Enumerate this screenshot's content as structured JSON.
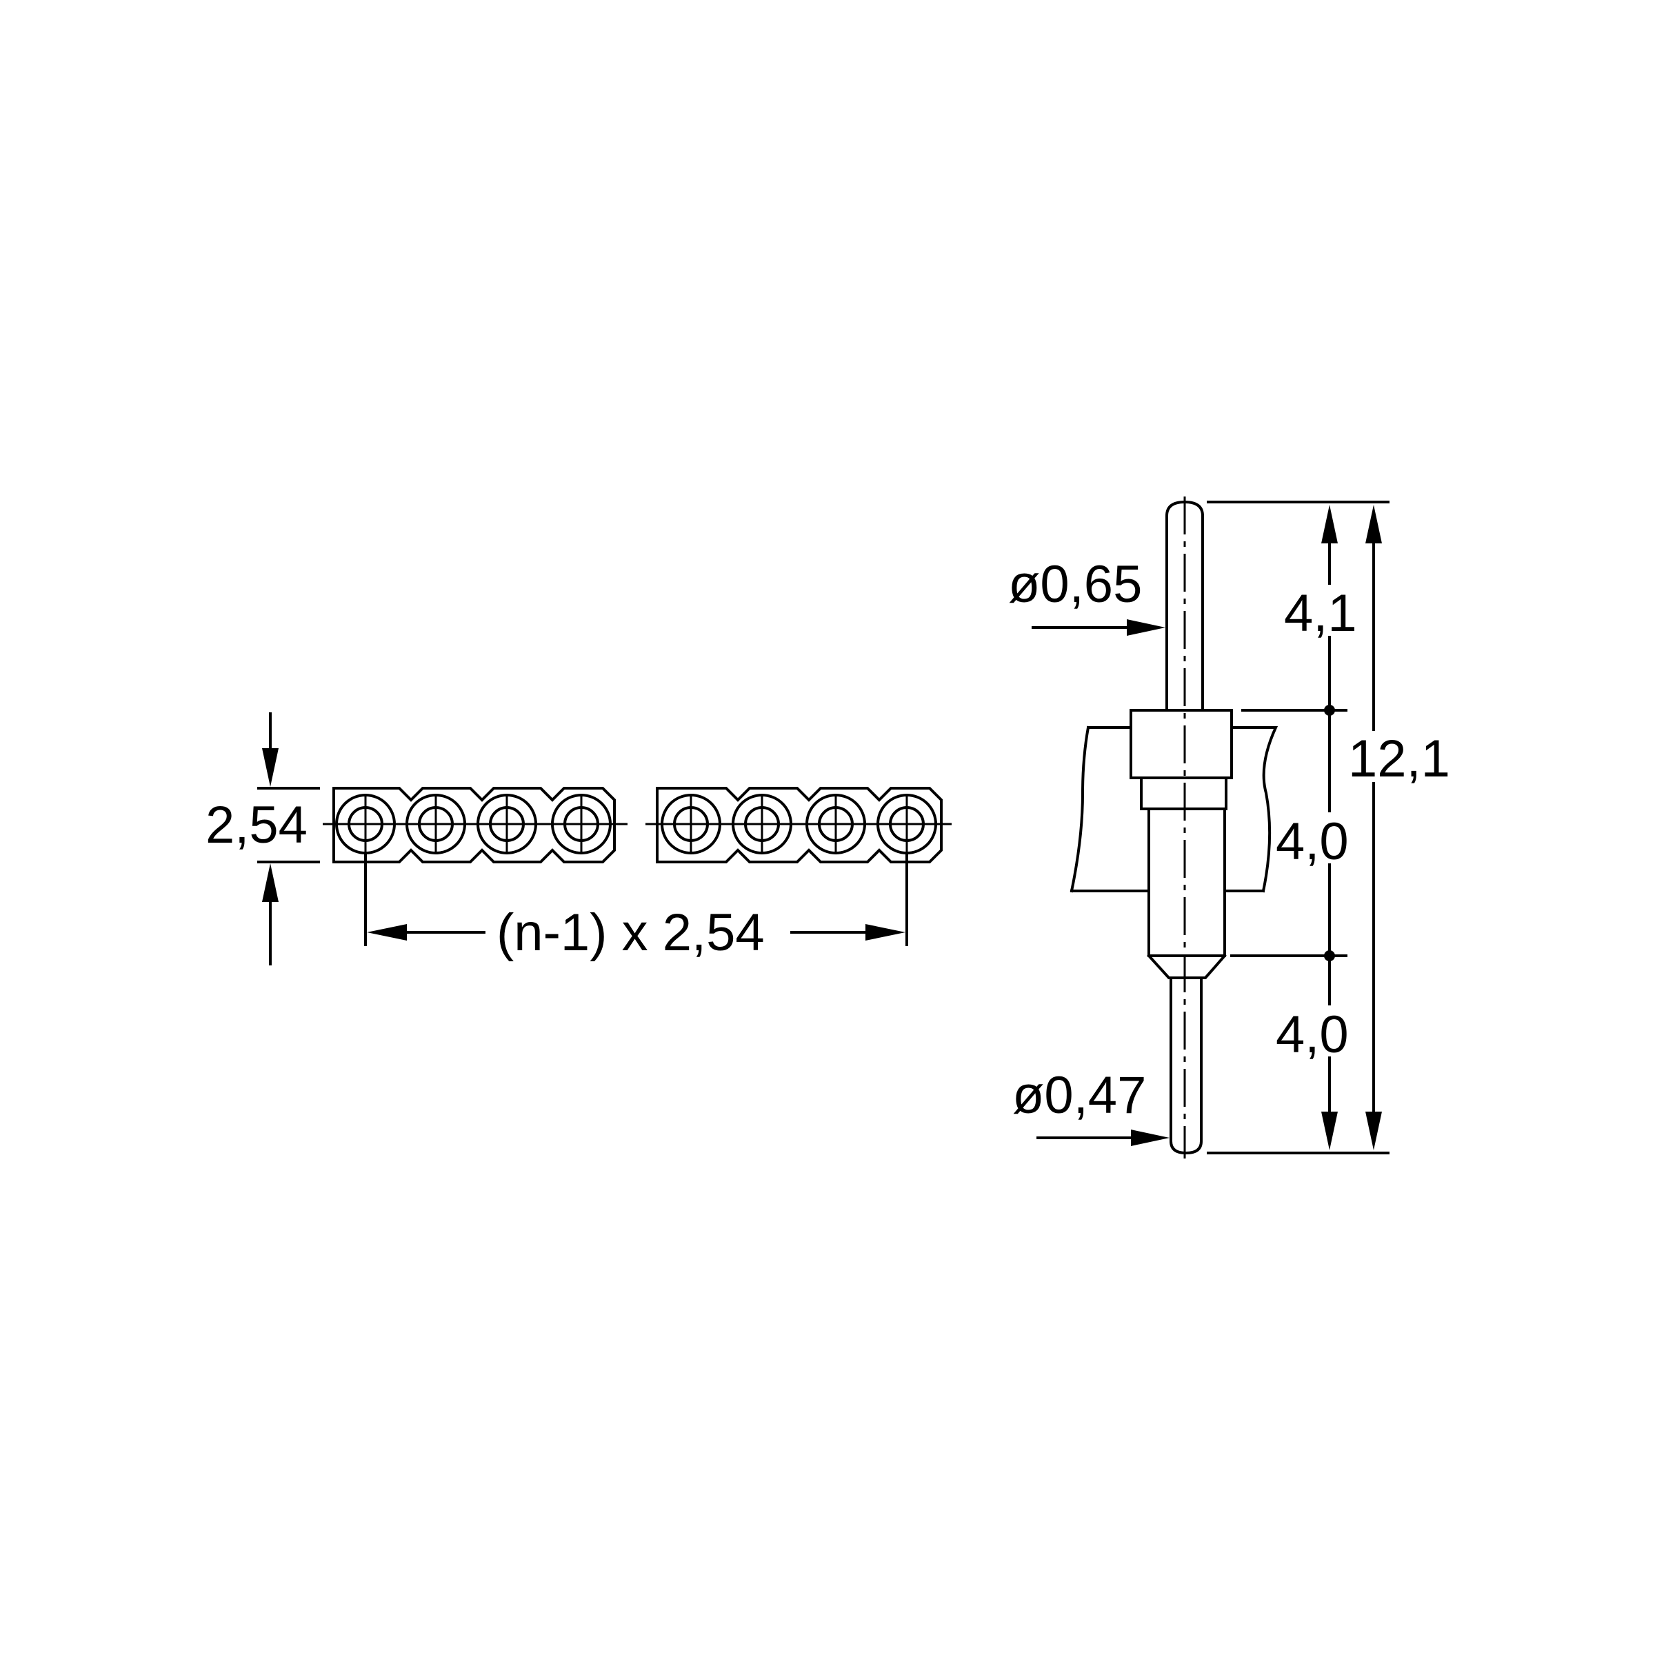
{
  "drawing": {
    "stroke_color": "#000000",
    "background": "#ffffff",
    "top_view": {
      "group_count": 2,
      "contacts_per_group": 4,
      "width_label": "2,54",
      "pitch_label": "(n-1) x 2,54"
    },
    "side_view": {
      "upper_diameter_label": "ø0,65",
      "lower_diameter_label": "ø0,47",
      "upper_length_label": "4,1",
      "middle_length_label": "4,0",
      "lower_length_label": "4,0",
      "total_length_label": "12,1"
    }
  }
}
